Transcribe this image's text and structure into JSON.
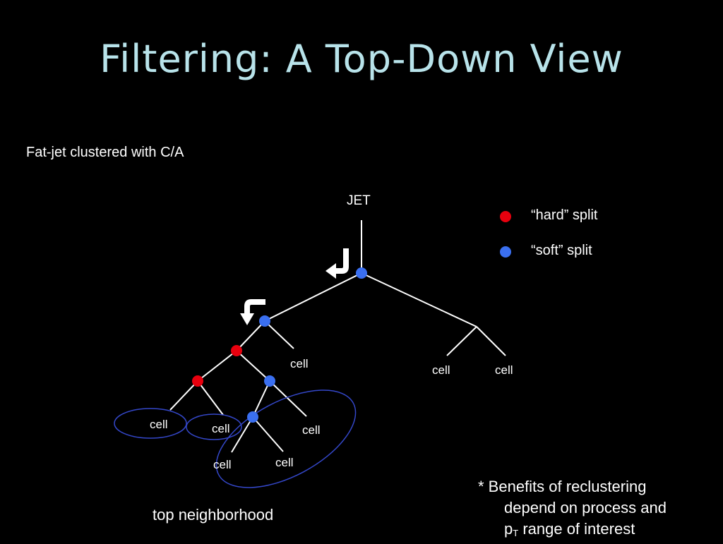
{
  "title": "Filtering: A Top-Down View",
  "subtitle": "Fat-jet clustered with C/A",
  "diagram": {
    "root_label": "JET",
    "cell_label": "cell",
    "legend": {
      "hard": "“hard” split",
      "soft": "“soft” split"
    },
    "colors": {
      "hard": "#e8000e",
      "soft": "#3a6ff0",
      "ellipse": "#3447c9"
    }
  },
  "bottom_label": "top neighborhood",
  "note": {
    "line1": "* Benefits of reclustering",
    "line2": "depend on process and",
    "line3_pre": "p",
    "line3_sub": "T",
    "line3_post": " range of interest"
  }
}
